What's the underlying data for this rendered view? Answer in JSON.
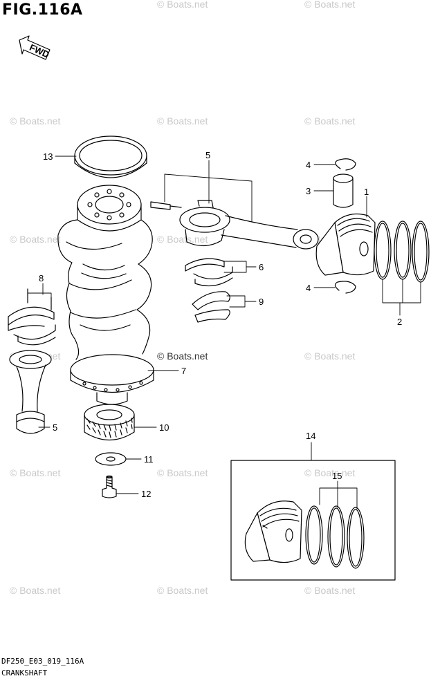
{
  "figure": {
    "title": "FIG.116A",
    "direction_label": "FWD",
    "code": "DF250_E03_019_116A",
    "name": "CRANKSHAFT"
  },
  "watermark": {
    "text": "© Boats.net"
  },
  "callouts": [
    {
      "id": "13",
      "text": "13"
    },
    {
      "id": "5a",
      "text": "5"
    },
    {
      "id": "4a",
      "text": "4"
    },
    {
      "id": "3",
      "text": "3"
    },
    {
      "id": "1",
      "text": "1"
    },
    {
      "id": "8",
      "text": "8"
    },
    {
      "id": "6",
      "text": "6"
    },
    {
      "id": "4b",
      "text": "4"
    },
    {
      "id": "9",
      "text": "9"
    },
    {
      "id": "2",
      "text": "2"
    },
    {
      "id": "7",
      "text": "7"
    },
    {
      "id": "5b",
      "text": "5"
    },
    {
      "id": "10",
      "text": "10"
    },
    {
      "id": "14",
      "text": "14"
    },
    {
      "id": "11",
      "text": "11"
    },
    {
      "id": "15",
      "text": "15"
    },
    {
      "id": "12",
      "text": "12"
    }
  ],
  "colors": {
    "line": "#000000",
    "watermark": "#c8c8c8"
  }
}
